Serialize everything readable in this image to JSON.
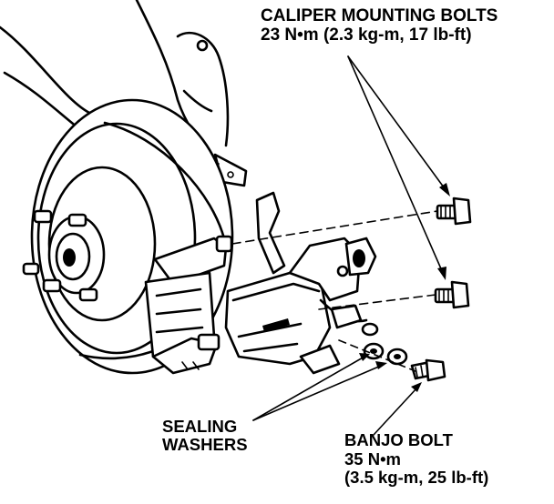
{
  "labels": {
    "caliper_bolts": {
      "title": "CALIPER MOUNTING BOLTS",
      "torque": "23 N•m (2.3 kg-m, 17 lb-ft)"
    },
    "sealing_washers": {
      "line1": "SEALING",
      "line2": "WASHERS"
    },
    "banjo_bolt": {
      "title": "BANJO BOLT",
      "torque_nm": "35 N•m",
      "torque_alt": "(3.5 kg-m, 25 lb-ft)"
    }
  },
  "colors": {
    "ink": "#000000",
    "paper": "#ffffff"
  }
}
